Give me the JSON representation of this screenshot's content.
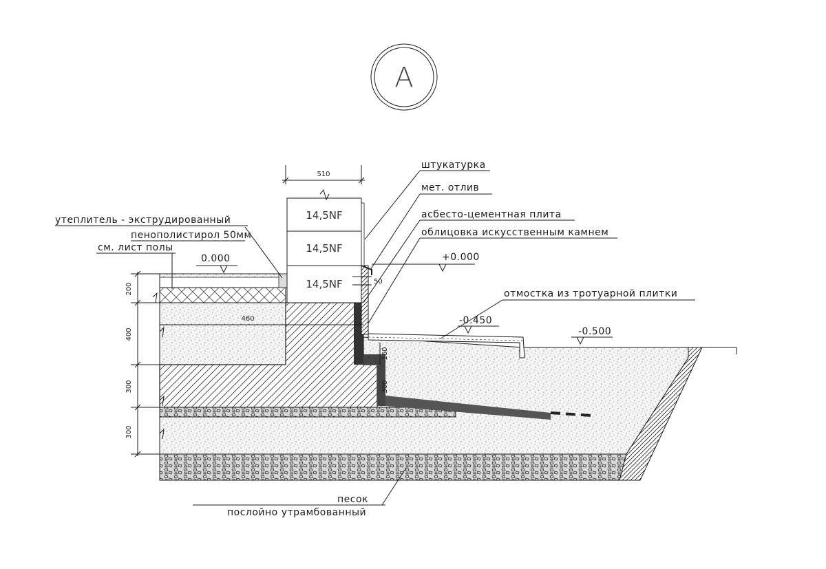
{
  "section_mark": "A",
  "bricks": [
    "14,5NF",
    "14,5NF",
    "14,5NF"
  ],
  "dimensions": {
    "wall_width": "510",
    "footing": "460",
    "plinth_gap": "50",
    "left_stack": [
      "200",
      "400",
      "300",
      "300"
    ],
    "side_vertical_1": "160",
    "side_vertical_2": "300"
  },
  "elevations": {
    "floor": "0.000",
    "plinth": "+0.000",
    "blind_area": "-0.450",
    "ground": "-0.500"
  },
  "labels": {
    "plaster": "штукатурка",
    "drip": "мет. отлив",
    "asbestos": "асбесто-цементная плита",
    "cladding": "облицовка искусственным камнем",
    "insulation_1": "утеплитель - экструдированный",
    "insulation_2": "пенополистирол 50мм",
    "floors_ref": "см. лист полы",
    "blind_area_label": "отмостка из тротуарной плитки",
    "sand_1": "песок",
    "sand_2": "послойно утрамбованный"
  }
}
